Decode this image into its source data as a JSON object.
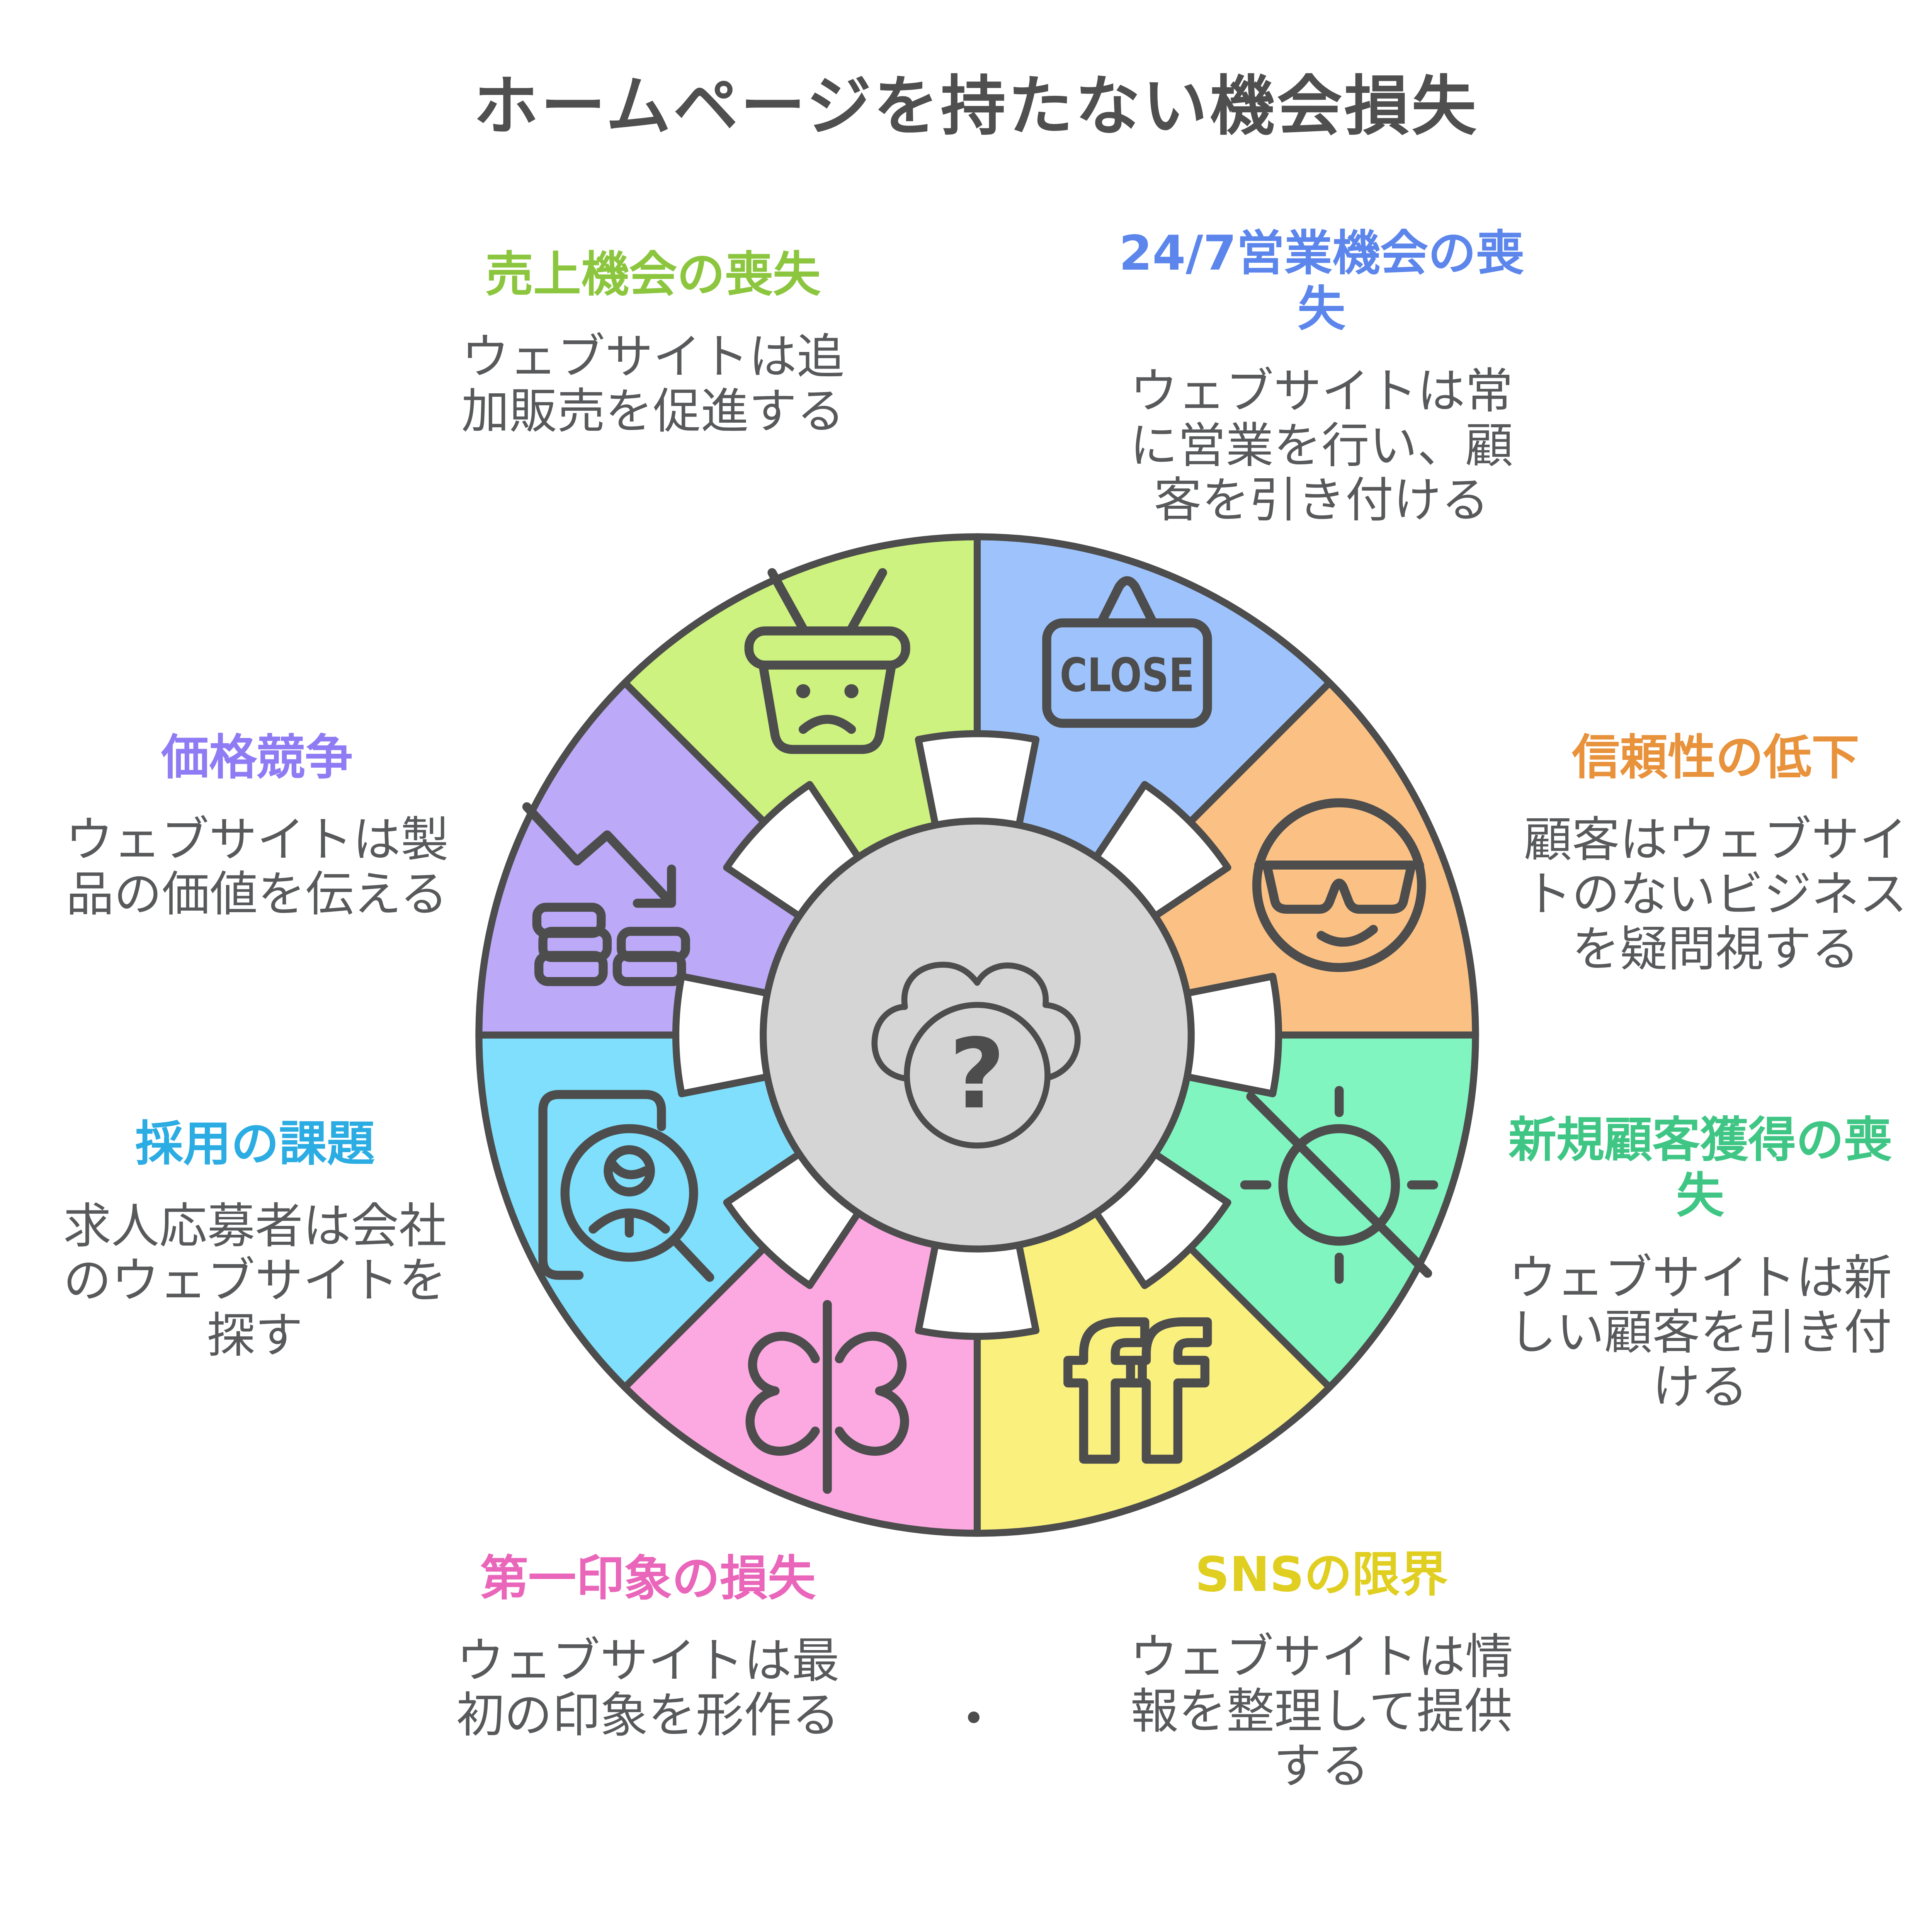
{
  "title": "ホームページを持たない機会損失",
  "colors": {
    "outline": "#4D4D4D",
    "body_text": "#58595B",
    "title_text": "#4F4F4F",
    "center_fill": "#D5D5D5"
  },
  "center": {
    "icon": "cloud-question-icon",
    "question_mark": "?"
  },
  "wheel": {
    "close_sign_text": "CLOSE",
    "ff_text": "ff"
  },
  "stray_dot": ".",
  "sections": [
    {
      "id": "always-open",
      "title": "24/7営業機会の喪\n失",
      "body": "ウェブサイトは常\nに営業を行い、顧\n客を引き付ける",
      "title_color": "#5C86EC",
      "segment_color": "#9EC3FC",
      "icon": "close-sign-icon"
    },
    {
      "id": "trust",
      "title": "信頼性の低下",
      "body": "顧客はウェブサイ\nトのないビジネス\nを疑問視する",
      "title_color": "#E8923C",
      "segment_color": "#FBC184",
      "icon": "sunglasses-face-icon"
    },
    {
      "id": "new-customers",
      "title": "新規顧客獲得の喪\n失",
      "body": "ウェブサイトは新\nしい顧客を引き付\nける",
      "title_color": "#3FC684",
      "segment_color": "#80F5C0",
      "icon": "no-sun-icon"
    },
    {
      "id": "sns",
      "title": "SNSの限界",
      "body": "ウェブサイトは情\n報を整理して提供\nする",
      "title_color": "#E0CE20",
      "segment_color": "#FAF07E",
      "icon": "ff-icon"
    },
    {
      "id": "first-impression",
      "title": "第一印象の損失",
      "body": "ウェブサイトは最\n初の印象を形作る",
      "title_color": "#E966BA",
      "segment_color": "#FCA9E1",
      "icon": "butterfly-icon"
    },
    {
      "id": "recruiting",
      "title": "採用の課題",
      "body": "求人応募者は会社\nのウェブサイトを\n探す",
      "title_color": "#2BACE3",
      "segment_color": "#80DFFC",
      "icon": "candidate-search-icon"
    },
    {
      "id": "price",
      "title": "価格競争",
      "body": "ウェブサイトは製\n品の価値を伝える",
      "title_color": "#8F7CF4",
      "segment_color": "#BCA9F8",
      "icon": "price-drop-icon"
    },
    {
      "id": "sales",
      "title": "売上機会の喪失",
      "body": "ウェブサイトは追\n加販売を促進する",
      "title_color": "#8CC63F",
      "segment_color": "#CDF27F",
      "icon": "sad-basket-icon"
    }
  ]
}
